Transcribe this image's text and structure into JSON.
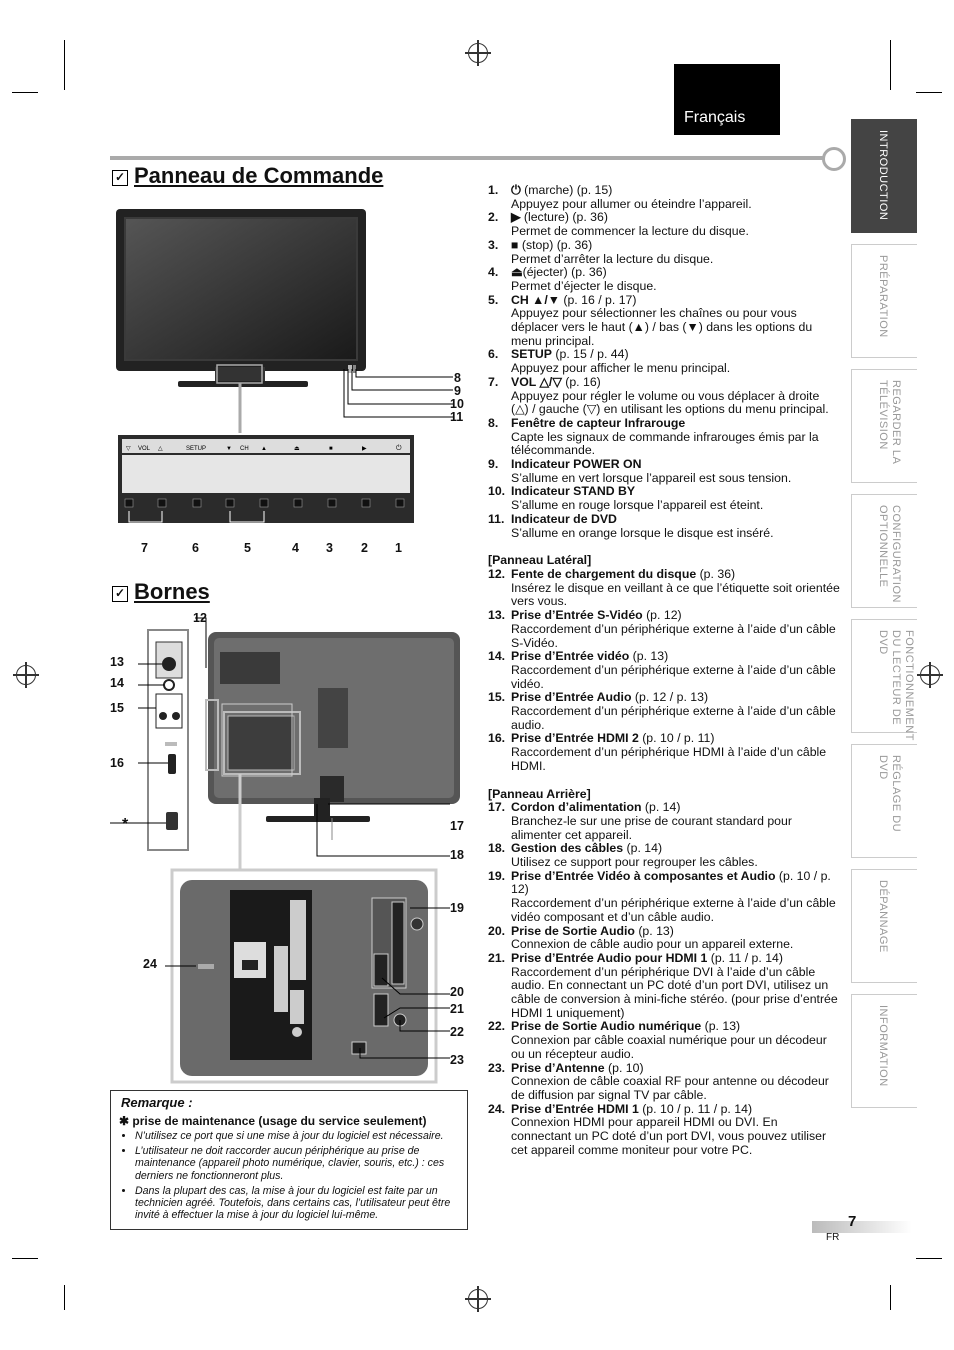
{
  "header": {
    "language": "Français"
  },
  "tabs": [
    "INTRODUCTION",
    "PRÉPARATION",
    "REGARDER LA TÉLÉVISION",
    "CONFIGURATION OPTIONNELLE",
    "FONCTIONNEMENT DU LECTEUR DE DVD",
    "RÉGLAGE DU DVD",
    "DÉPANNAGE",
    "INFORMATION"
  ],
  "section1": {
    "title": "Panneau de Commande",
    "check": "✓"
  },
  "section2": {
    "title": "Bornes",
    "check": "✓"
  },
  "panel_labels": {
    "vol": "VOL",
    "setup": "SETUP",
    "ch": "CH"
  },
  "callouts_top": [
    "8",
    "9",
    "10",
    "11"
  ],
  "callouts_buttons": [
    "7",
    "6",
    "5",
    "4",
    "3",
    "2",
    "1"
  ],
  "callouts_side": [
    "12",
    "13",
    "14",
    "15",
    "16",
    "*"
  ],
  "callouts_rear": [
    "17",
    "18",
    "19",
    "20",
    "21",
    "22",
    "23",
    "24"
  ],
  "items": [
    {
      "n": "1.",
      "b": "⏻",
      "t": " (marche) (p. 15)",
      "d": "Appuyez pour allumer ou éteindre l’appareil."
    },
    {
      "n": "2.",
      "b": "▶",
      "t": " (lecture) (p. 36)",
      "d": "Permet de commencer la lecture du disque."
    },
    {
      "n": "3.",
      "b": "■",
      "t": " (stop) (p. 36)",
      "d": "Permet d’arrêter la lecture du disque."
    },
    {
      "n": "4.",
      "b": "⏏",
      "t": "(éjecter) (p. 36)",
      "d": "Permet d’éjecter le disque."
    },
    {
      "n": "5.",
      "b": "CH ▲/▼",
      "t": " (p. 16 / p. 17)",
      "d": "Appuyez pour sélectionner les chaînes ou pour vous déplacer vers le haut (▲) / bas (▼) dans les options du menu principal."
    },
    {
      "n": "6.",
      "b": "SETUP",
      "t": " (p. 15 / p. 44)",
      "d": "Appuyez pour afficher le menu principal."
    },
    {
      "n": "7.",
      "b": "VOL △/▽",
      "t": " (p. 16)",
      "d": "Appuyez pour régler le volume ou vous déplacer à droite (△) / gauche (▽) en utilisant les options du menu principal."
    },
    {
      "n": "8.",
      "b": "Fenêtre de capteur Infrarouge",
      "t": "",
      "d": "Capte les signaux de commande infrarouges émis par la télécommande."
    },
    {
      "n": "9.",
      "b": "Indicateur POWER ON",
      "t": "",
      "d": "S’allume en vert lorsque l’appareil est sous tension."
    },
    {
      "n": "10.",
      "b": "Indicateur STAND BY",
      "t": "",
      "d": "S’allume en rouge lorsque l’appareil est éteint."
    },
    {
      "n": "11.",
      "b": "Indicateur de DVD",
      "t": "",
      "d": "S’allume en orange lorsque le disque est inséré."
    }
  ],
  "group_side": "[Panneau Latéral]",
  "items_side": [
    {
      "n": "12.",
      "b": "Fente de chargement du disque",
      "t": " (p. 36)",
      "d": "Insérez le disque en veillant à ce que l’étiquette soit orientée vers vous."
    },
    {
      "n": "13.",
      "b": "Prise d’Entrée S-Vidéo",
      "t": " (p. 12)",
      "d": "Raccordement d’un périphérique externe à l’aide d’un câble S-Vidéo."
    },
    {
      "n": "14.",
      "b": "Prise d’Entrée vidéo",
      "t": " (p. 13)",
      "d": "Raccordement d’un périphérique externe à l’aide d’un câble vidéo."
    },
    {
      "n": "15.",
      "b": "Prise d’Entrée Audio",
      "t": " (p. 12 / p. 13)",
      "d": "Raccordement d’un périphérique externe à l’aide d’un câble audio."
    },
    {
      "n": "16.",
      "b": "Prise d’Entrée HDMI 2",
      "t": " (p. 10 / p. 11)",
      "d": "Raccordement d’un périphérique HDMI à l’aide d’un câble HDMI."
    }
  ],
  "group_rear": "[Panneau Arrière]",
  "items_rear": [
    {
      "n": "17.",
      "b": "Cordon d’alimentation",
      "t": " (p. 14)",
      "d": "Branchez-le sur une prise de courant standard pour alimenter cet appareil."
    },
    {
      "n": "18.",
      "b": "Gestion des câbles",
      "t": " (p. 14)",
      "d": "Utilisez ce support pour regrouper les câbles."
    },
    {
      "n": "19.",
      "b": "Prise d’Entrée Vidéo à composantes et Audio",
      "t": " (p. 10 / p. 12)",
      "d": "Raccordement d’un périphérique externe à l’aide d’un câble vidéo composant et d’un câble audio."
    },
    {
      "n": "20.",
      "b": "Prise de Sortie Audio",
      "t": " (p. 13)",
      "d": "Connexion de câble audio pour un appareil externe."
    },
    {
      "n": "21.",
      "b": "Prise d’Entrée Audio pour HDMI 1",
      "t": " (p. 11 / p. 14)",
      "d": "Raccordement d’un périphérique DVI à l’aide d’un câble audio. En connectant un PC doté d’un port DVI, utilisez un câble de conversion à mini-fiche stéréo. (pour prise d’entrée HDMI 1 uniquement)"
    },
    {
      "n": "22.",
      "b": "Prise de Sortie Audio numérique",
      "t": " (p. 13)",
      "d": "Connexion par câble coaxial numérique pour un décodeur ou un récepteur audio."
    },
    {
      "n": "23.",
      "b": "Prise d’Antenne",
      "t": " (p. 10)",
      "d": "Connexion de câble coaxial RF pour antenne ou décodeur de diffusion par signal TV par câble."
    },
    {
      "n": "24.",
      "b": "Prise d’Entrée HDMI 1",
      "t": " (p. 10 / p. 11 / p. 14)",
      "d": "Connexion HDMI pour appareil HDMI ou DVI. En connectant un PC doté d’un port DVI, vous pouvez utiliser cet appareil comme moniteur pour votre PC."
    }
  ],
  "remark": {
    "title": "Remarque :",
    "subtitle": "✱ prise de maintenance (usage du service seulement)",
    "bullets": [
      "N’utilisez ce port que si une mise à jour du logiciel est nécessaire.",
      "L’utilisateur ne doit raccorder aucun périphérique au prise de maintenance (appareil photo numérique, clavier, souris, etc.) : ces derniers ne fonctionneront plus.",
      "Dans la plupart des cas, la mise à jour du logiciel est faite par un technicien agréé. Toutefois, dans certains cas, l’utilisateur peut être invité à effectuer la mise à jour du logiciel lui-même."
    ]
  },
  "footer": {
    "page": "7",
    "lang_code": "FR"
  }
}
